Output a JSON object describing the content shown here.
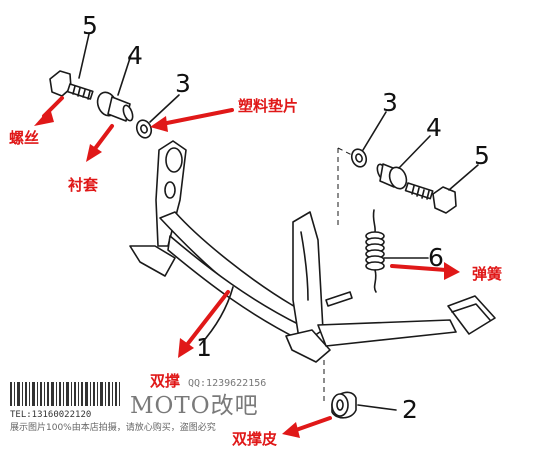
{
  "callouts": {
    "n1": "1",
    "n2": "2",
    "n3a": "3",
    "n3b": "3",
    "n4a": "4",
    "n4b": "4",
    "n5a": "5",
    "n5b": "5",
    "n6": "6"
  },
  "labels": {
    "screw": "螺丝",
    "bushing": "衬套",
    "plastic_washer": "塑料垫片",
    "spring": "弹簧",
    "double_stand": "双撑",
    "stand_rubber": "双撑皮"
  },
  "watermark": {
    "tel": "TEL:13160022120",
    "qq": "QQ:1239622156",
    "brand": "MOTO改吧",
    "note": "展示图片100%由本店拍摄，请放心购买，盗图必究"
  },
  "colors": {
    "annotation": "#e01818",
    "line_art": "#1a1a1a",
    "watermark": "#7a7a7a"
  }
}
